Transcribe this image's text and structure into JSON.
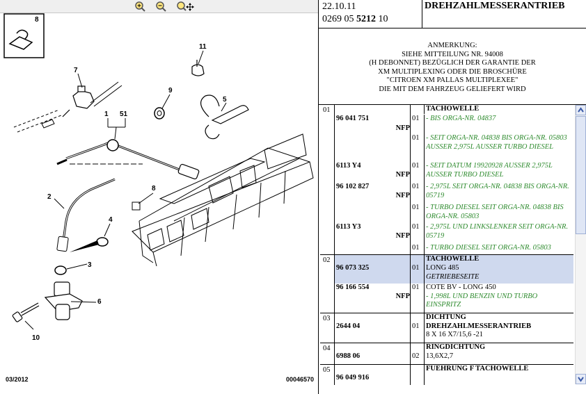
{
  "toolbar": {
    "icons": [
      "zoom-in-icon",
      "zoom-out-icon",
      "zoom-pan-icon"
    ]
  },
  "diagram": {
    "callouts": [
      "8",
      "11",
      "7",
      "9",
      "5",
      "1",
      "51",
      "8",
      "2",
      "4",
      "3",
      "6",
      "10"
    ],
    "footer_date": "03/2012",
    "footer_id": "00046570"
  },
  "header": {
    "date": "22.10.11",
    "catalog_prefix": "0269 05 ",
    "catalog_bold": "5212",
    "catalog_suffix": " 10",
    "title": "DREHZAHLMESSERANTRIEB"
  },
  "note": {
    "lines": [
      "ANMERKUNG:",
      "SIEHE MITTEILUNG NR. 94008",
      "(H DEBONNET) BEZÜGLICH DER GARANTIE DER",
      "XM MULTIPLEXING ODER DIE BROSCHÜRE",
      "\"CITROEN XM PALLAS MULTIPLEXEE\"",
      "DIE MIT DEM FAHRZEUG GELIEFERT WIRD"
    ]
  },
  "parts": {
    "g01": {
      "no": "01",
      "title": "TACHOWELLE",
      "r1_ref": "96 041 751",
      "r1_nfp": "NFP",
      "r1_qty": "01",
      "r1_desc": "- BIS ORGA-NR. 04837",
      "r2_qty": "01",
      "r2_desc": "- SEIT ORGA-NR. 04838 BIS ORGA-NR. 05803 AUSSER 2,975L AUSSER TURBO DIESEL",
      "r3_ref": "6113 Y4",
      "r3_nfp": "NFP",
      "r3_qty": "01",
      "r3_desc": "- SEIT DATUM 19920928 AUSSER 2,975L AUSSER TURBO DIESEL",
      "r4_ref": "96 102 827",
      "r4_nfp": "NFP",
      "r4_qty": "01",
      "r4_desc": "- 2,975L SEIT ORGA-NR. 04838 BIS ORGA-NR. 05719",
      "r5_qty": "01",
      "r5_desc": "- TURBO DIESEL SEIT ORGA-NR. 04838 BIS ORGA-NR. 05803",
      "r6_ref": "6113 Y3",
      "r6_nfp": "NFP",
      "r6_qty": "01",
      "r6_desc": "- 2,975L UND LINKSLENKER SEIT ORGA-NR. 05719",
      "r7_qty": "01",
      "r7_desc": "- TURBO DIESEL SEIT ORGA-NR. 05803"
    },
    "g02": {
      "no": "02",
      "title": "TACHOWELLE",
      "r1_ref": "96 073 325",
      "r1_qty": "01",
      "r1_desc": "LONG 485",
      "r1_desc2": "GETRIEBESEITE",
      "r2_ref": "96 166 554",
      "r2_nfp": "NFP",
      "r2_qty": "01",
      "r2_desc": "COTE BV - LONG 450",
      "r2_desc2": "- 1,998L UND BENZIN UND TURBO EINSPRITZ"
    },
    "g03": {
      "no": "03",
      "title": "DICHTUNG DREHZAHLMESSERANTRIEB",
      "ref": "2644 04",
      "qty": "01",
      "desc": "8 X 16 X7/15,6 -21"
    },
    "g04": {
      "no": "04",
      "title": "RINGDICHTUNG",
      "ref": "6988 06",
      "qty": "02",
      "desc": "13,6X2,7"
    },
    "g05": {
      "no": "05",
      "title": "FUEHRUNG F TACHOWELLE",
      "ref": "96 049 916"
    }
  },
  "colors": {
    "selected_row": "#cfd9ee",
    "green_text": "#2e8b2e"
  }
}
